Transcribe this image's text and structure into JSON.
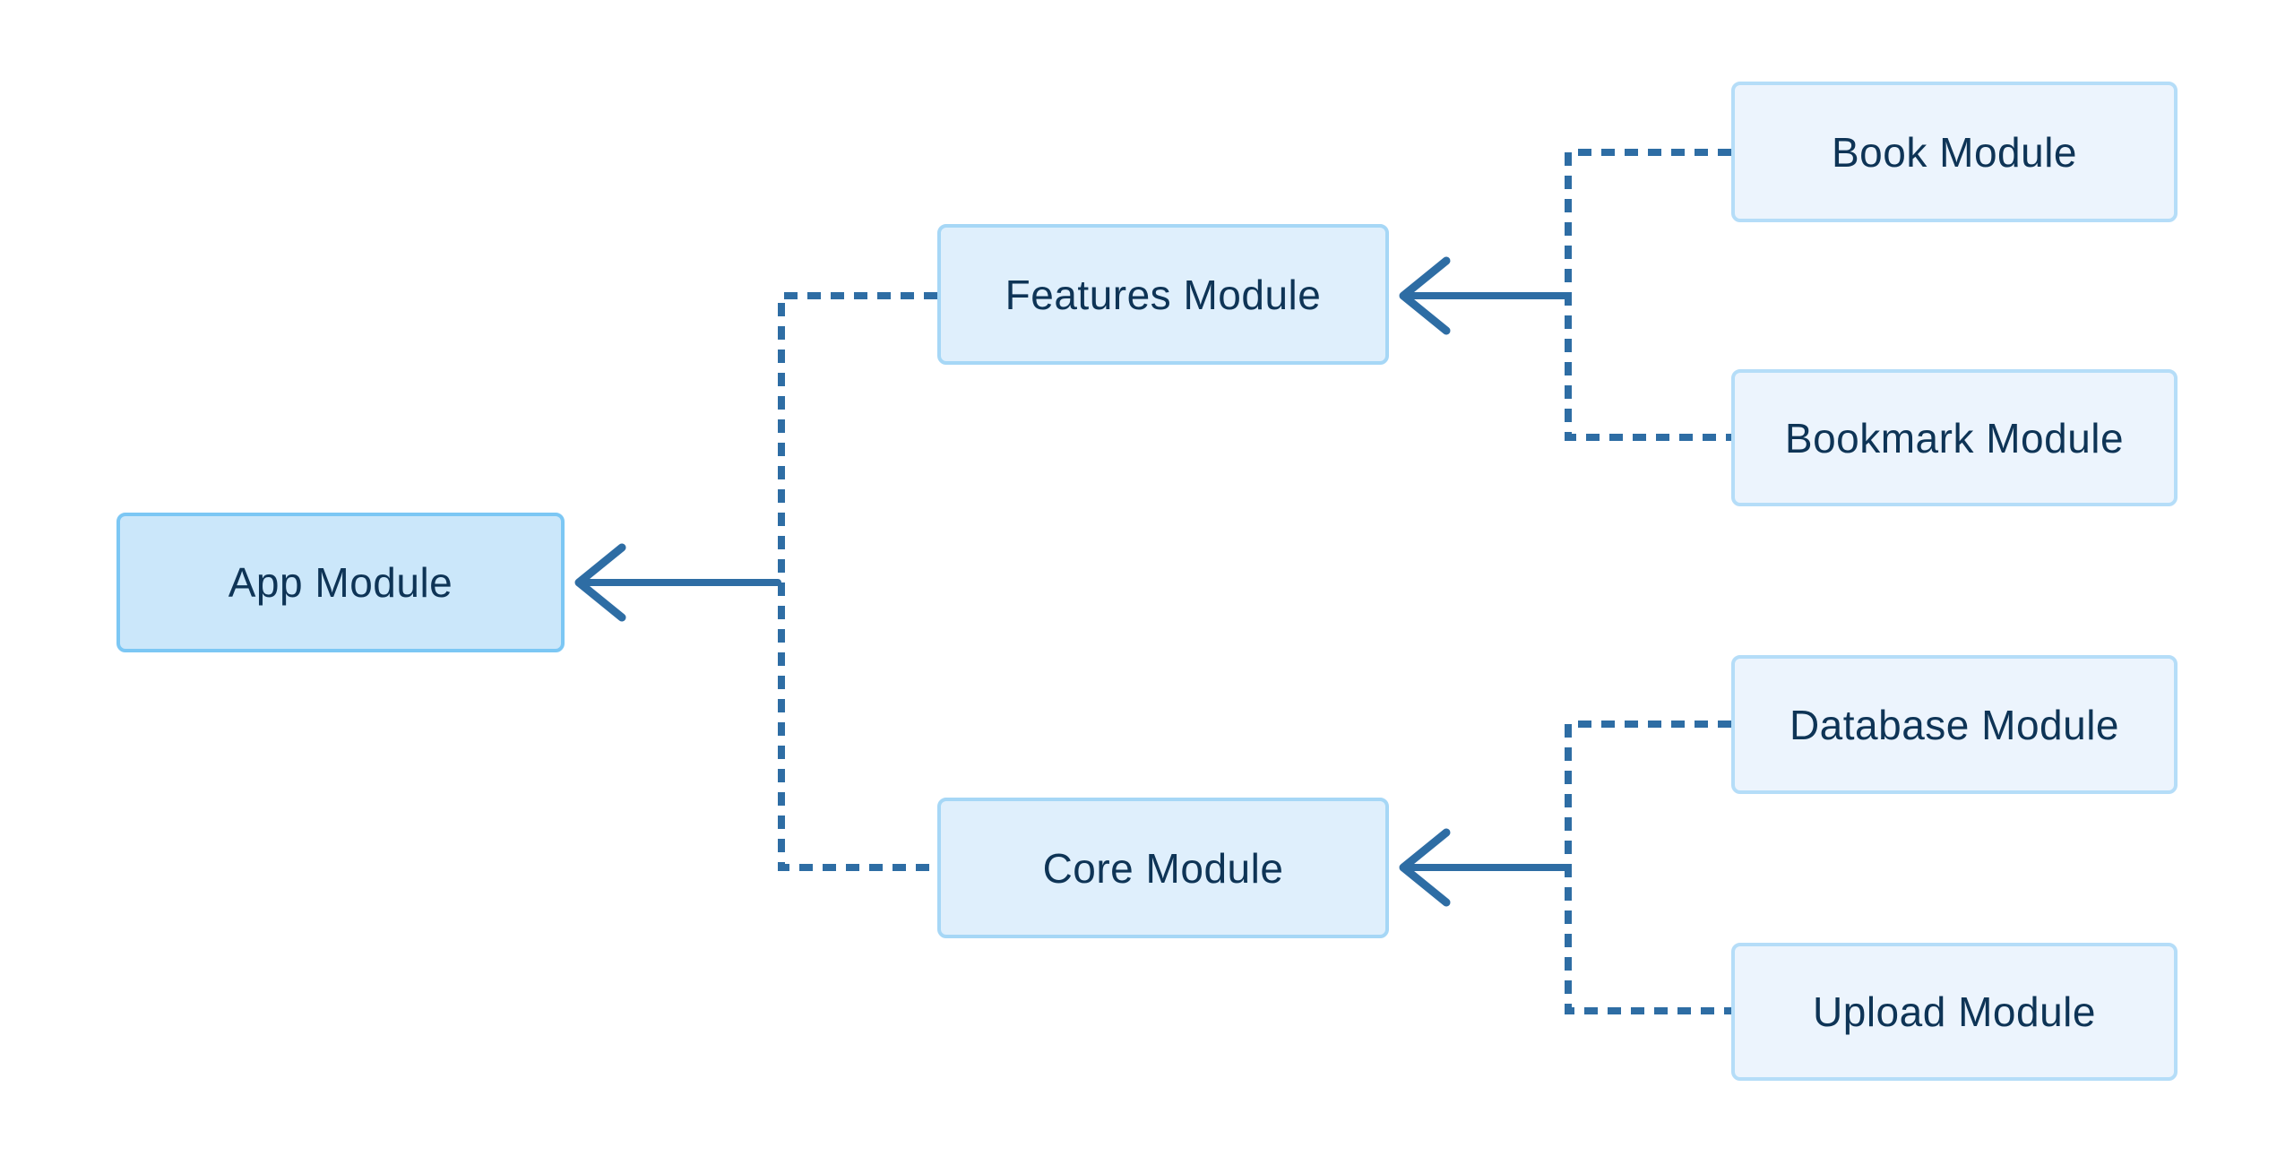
{
  "diagram": {
    "type": "flowchart",
    "direction": "right-to-left",
    "nodes": [
      {
        "id": "app",
        "label": "App Module",
        "tier": "root"
      },
      {
        "id": "features",
        "label": "Features Module",
        "tier": "branch"
      },
      {
        "id": "core",
        "label": "Core Module",
        "tier": "branch"
      },
      {
        "id": "book",
        "label": "Book Module",
        "tier": "leaf"
      },
      {
        "id": "bookmark",
        "label": "Bookmark Module",
        "tier": "leaf"
      },
      {
        "id": "database",
        "label": "Database Module",
        "tier": "leaf"
      },
      {
        "id": "upload",
        "label": "Upload Module",
        "tier": "leaf"
      }
    ],
    "edges": [
      {
        "source": "Features Module",
        "target": "App Module",
        "style": "dashed-elbow-with-solid-arrow"
      },
      {
        "source": "Core Module",
        "target": "App Module",
        "style": "dashed-elbow-with-solid-arrow"
      },
      {
        "source": "Book Module",
        "target": "Features Module",
        "style": "dashed-elbow-with-solid-arrow"
      },
      {
        "source": "Bookmark Module",
        "target": "Features Module",
        "style": "dashed-elbow-with-solid-arrow"
      },
      {
        "source": "Database Module",
        "target": "Core Module",
        "style": "dashed-elbow-with-solid-arrow"
      },
      {
        "source": "Upload Module",
        "target": "Core Module",
        "style": "dashed-elbow-with-solid-arrow"
      }
    ],
    "colors": {
      "background": "#ffffff",
      "connector": "#2e6da4",
      "text": "#0e3456",
      "root_fill": "#cbe7fa",
      "root_border": "#7cc7f4",
      "branch_fill": "#dfeffc",
      "branch_border": "#a6d7f6",
      "leaf_fill": "#ecf4fd",
      "leaf_border": "#b5ddf8"
    }
  }
}
